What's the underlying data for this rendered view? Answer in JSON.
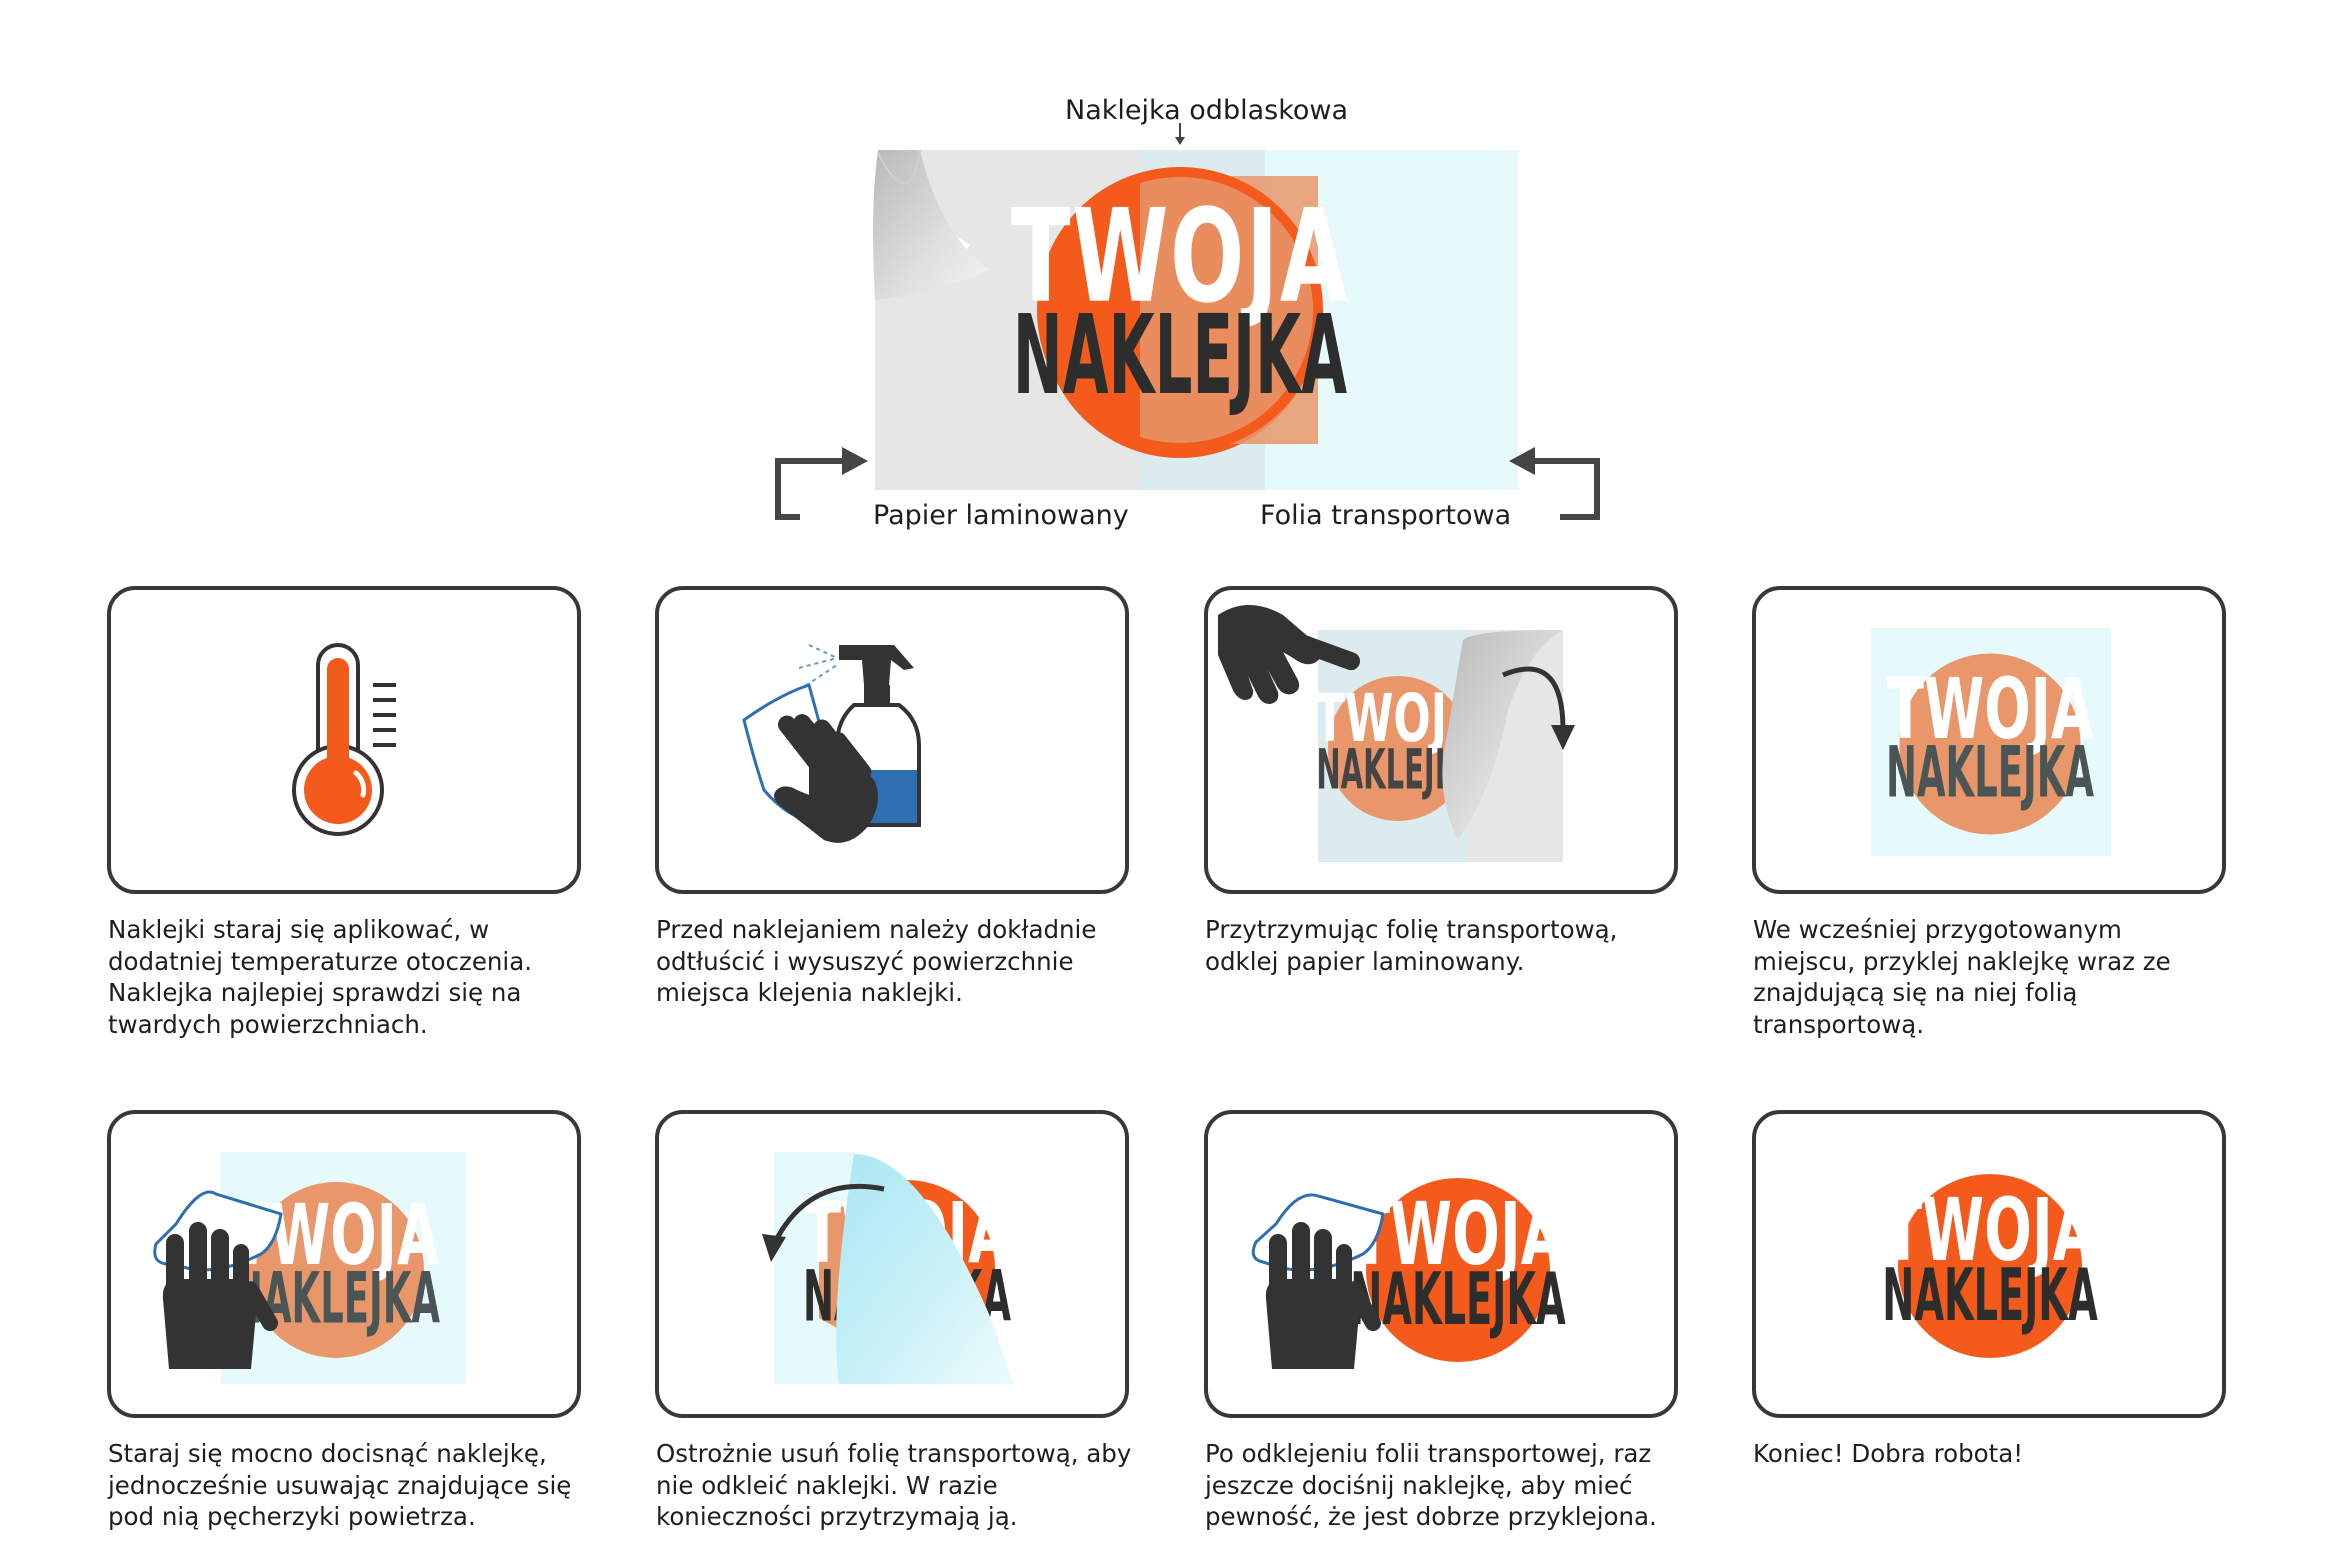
{
  "diagram": {
    "top_label": "Naklejka odblaskowa",
    "left_label": "Papier laminowany",
    "right_label": "Folia transportowa",
    "logo_top": "TWOJA",
    "logo_bottom": "NAKLEJKA"
  },
  "colors": {
    "orange": "#F35A1C",
    "orange_light": "#E8966A",
    "dark": "#3C3C3C",
    "film": "#E6FAFC",
    "paper": "#E6E6E6",
    "blue": "#2D6FB0"
  },
  "steps": [
    {
      "caption": "Naklejki staraj się aplikować, w dodatniej temperaturze otoczenia. Naklejka najlepiej sprawdzi się na twardych powierzchniach.",
      "icon": "thermometer-icon"
    },
    {
      "caption": "Przed naklejaniem należy dokładnie odtłuścić i wysuszyć powierzchnie miejsca klejenia naklejki.",
      "icon": "cleaning-spray-icon"
    },
    {
      "caption": "Przytrzymując folię transportową, odklej papier laminowany.",
      "icon": "peel-paper-icon"
    },
    {
      "caption": "We wcześniej przygotowanym miejscu, przyklej naklejkę wraz ze znajdującą się na niej folią transportową.",
      "icon": "stick-sticker-icon"
    },
    {
      "caption": "Staraj się mocno docisnąć naklejkę, jednocześnie usuwając znajdujące się pod nią pęcherzyki powietrza.",
      "icon": "press-sticker-icon"
    },
    {
      "caption": "Ostrożnie usuń folię transportową, aby nie odkleić naklejki. W razie konieczności przytrzymają ją.",
      "icon": "remove-film-icon"
    },
    {
      "caption": "Po odklejeniu folii transportowej, raz jeszcze dociśnij naklejkę, aby mieć pewność, że jest dobrze przyklejona.",
      "icon": "final-press-icon"
    },
    {
      "caption": "Koniec! Dobra robota!",
      "icon": "finished-sticker-icon"
    }
  ]
}
